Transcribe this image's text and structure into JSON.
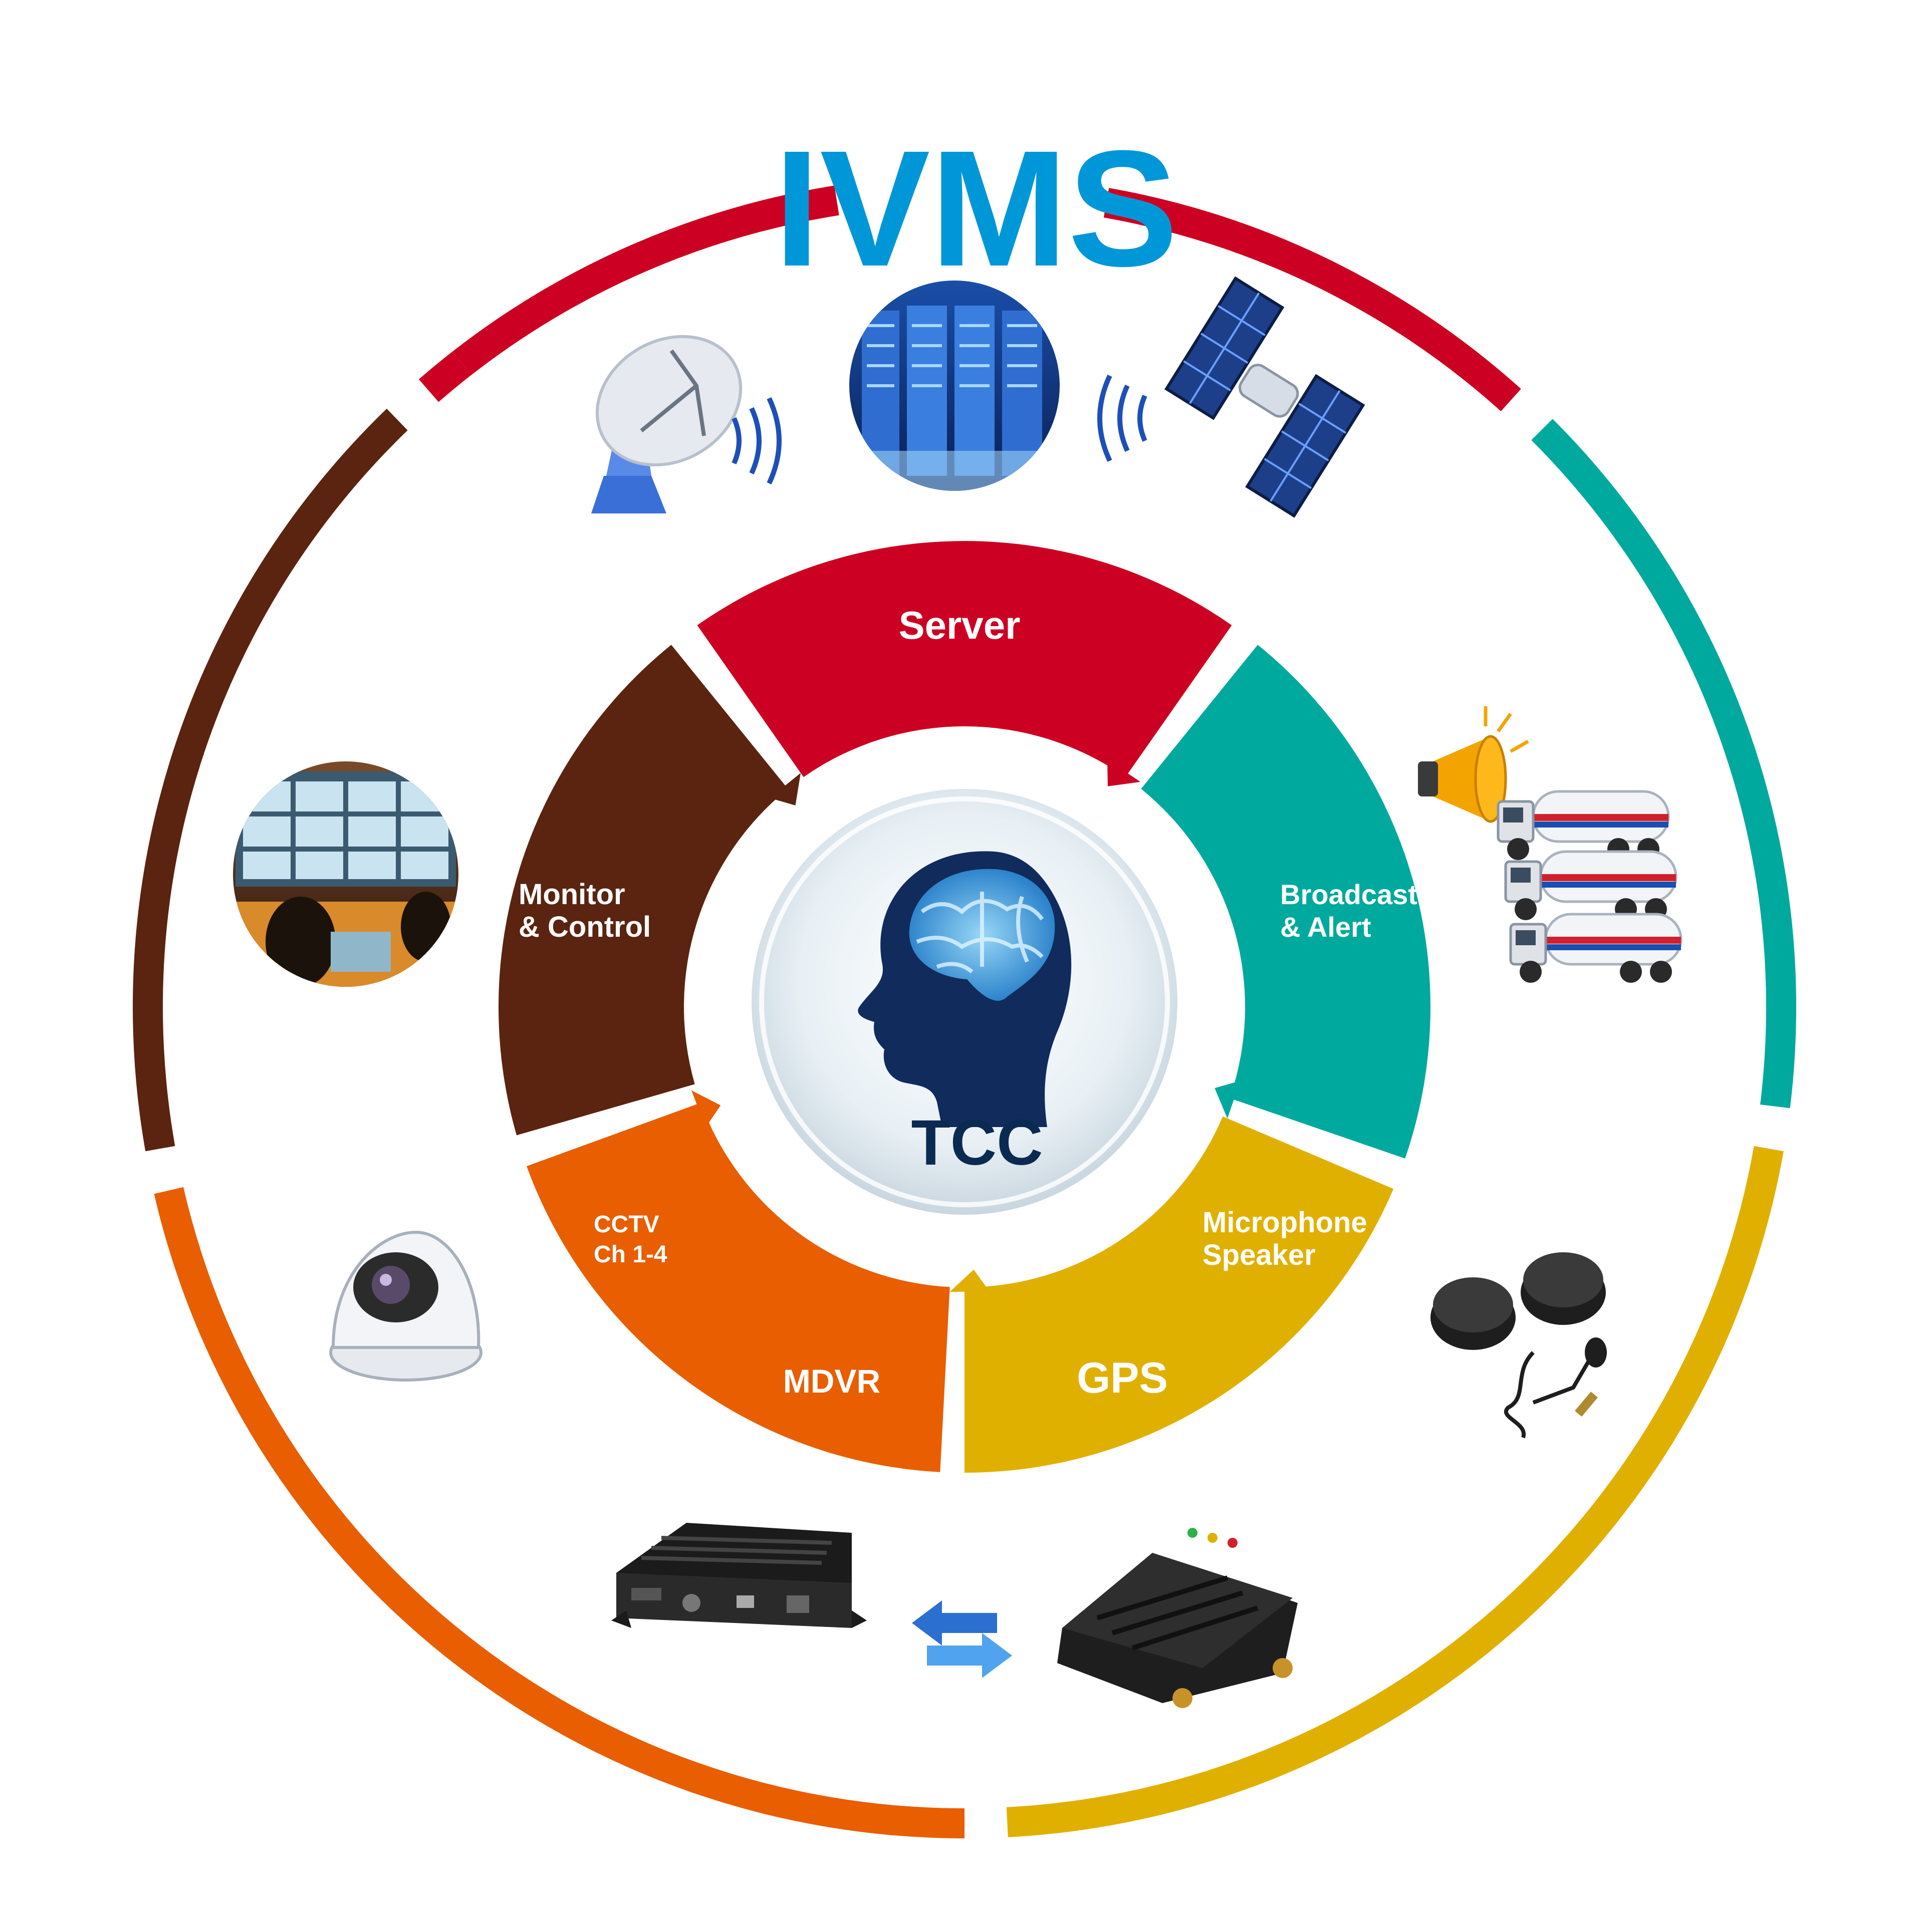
{
  "title": "IVMS",
  "center": {
    "label": "TCC"
  },
  "segments": [
    {
      "id": "server",
      "label": "Server",
      "color": "#cc0022"
    },
    {
      "id": "broadcast",
      "lines": [
        "Broadcast",
        "& Alert"
      ],
      "color": "#00a99d"
    },
    {
      "id": "gps",
      "label": "GPS",
      "sub_lines": [
        "Microphone",
        "Speaker"
      ],
      "color": "#e0b000"
    },
    {
      "id": "mdvr",
      "label": "MDVR",
      "sub_lines": [
        "CCTV",
        "Ch 1-4"
      ],
      "color": "#e85e00"
    },
    {
      "id": "monitor",
      "lines": [
        "Monitor",
        "& Control"
      ],
      "color": "#5a2410"
    }
  ],
  "colors": {
    "title": "#0097d8",
    "center_text": "#0b2a52",
    "center_disc": "#dde8f0",
    "head": "#102b5c",
    "brain": "#4fb8ee"
  },
  "icons": [
    "satellite-dish-icon",
    "server-room-icon",
    "satellite-icon",
    "control-room-icon",
    "megaphone-icon",
    "tanker-truck-icon",
    "dome-camera-icon",
    "speaker-microphone-icon",
    "mdvr-device-icon",
    "gps-tracker-icon",
    "exchange-arrows-icon"
  ]
}
